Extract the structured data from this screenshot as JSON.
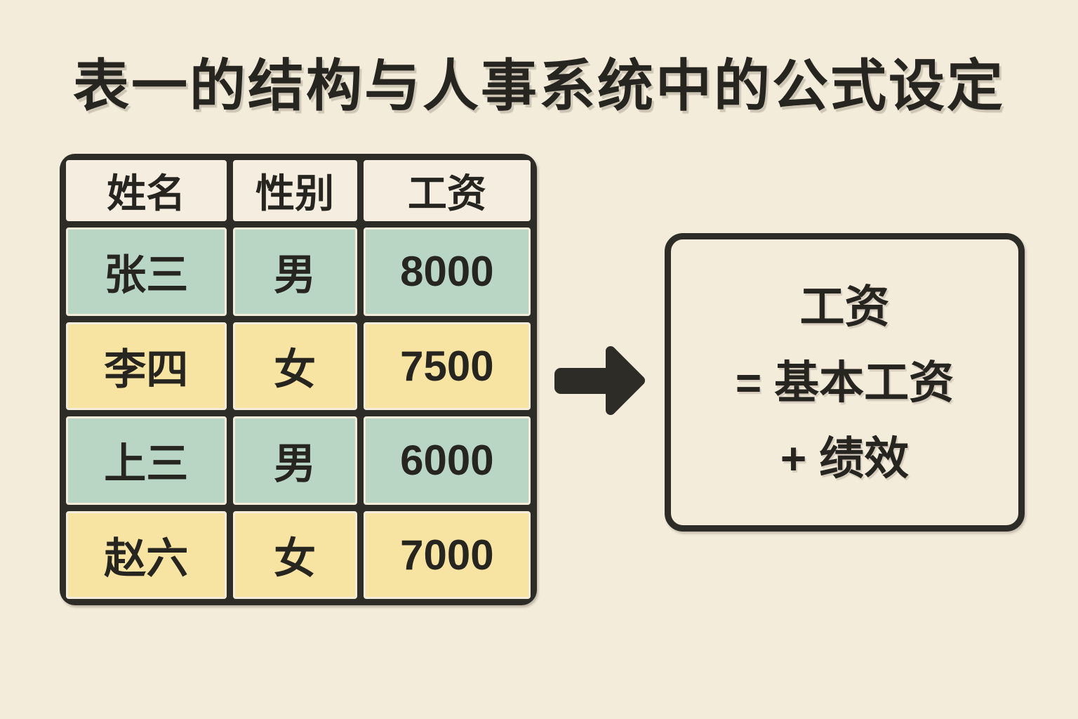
{
  "title": "表一的结构与人事系统中的公式设定",
  "table": {
    "headers": [
      "姓名",
      "性别",
      "工资"
    ],
    "rows": [
      {
        "name": "张三",
        "gender": "男",
        "salary": "8000"
      },
      {
        "name": "李四",
        "gender": "女",
        "salary": "7500"
      },
      {
        "name": "上三",
        "gender": "男",
        "salary": "6000"
      },
      {
        "name": "赵六",
        "gender": "女",
        "salary": "7000"
      }
    ]
  },
  "formula": {
    "lines": [
      "工资",
      "= 基本工资",
      "+ 绩效"
    ]
  },
  "icons": {
    "arrow": "right-arrow"
  },
  "colors": {
    "background": "#f4ecdb",
    "row_teal": "#b9d6c5",
    "row_yellow": "#f7e3a2",
    "header_bg": "#f5eee0",
    "ink": "#2e2c27"
  }
}
